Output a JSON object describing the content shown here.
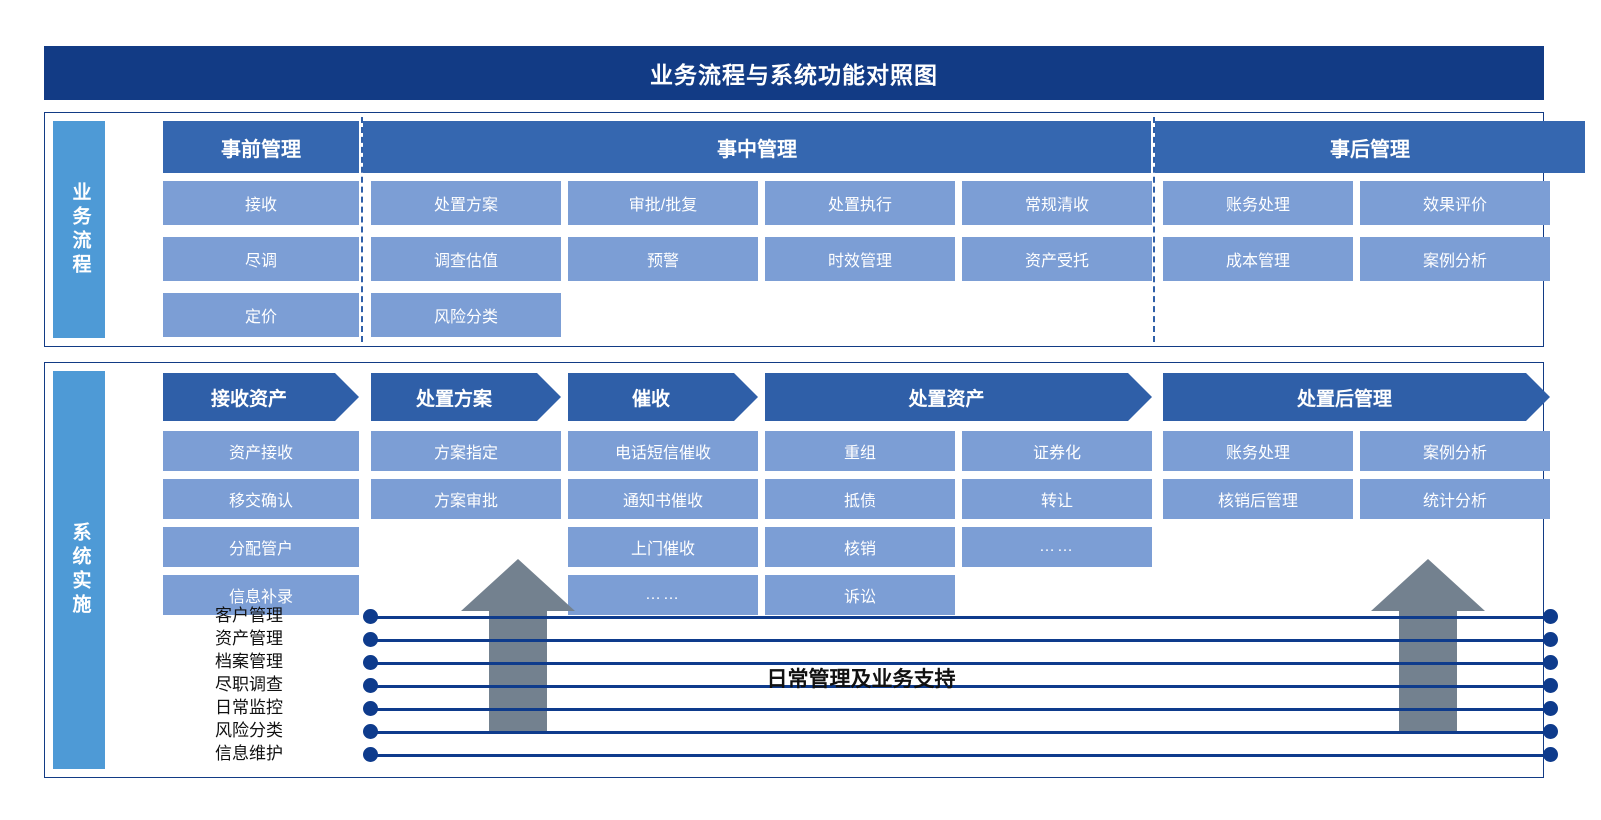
{
  "title": "业务流程与系统功能对照图",
  "business": {
    "side_label": "业务流程",
    "phases": [
      {
        "name": "事前管理"
      },
      {
        "name": "事中管理"
      },
      {
        "name": "事后管理"
      }
    ],
    "columns": [
      {
        "phase": "事前管理",
        "items": [
          "接收",
          "尽调",
          "定价"
        ]
      },
      {
        "phase": "事中管理",
        "items": [
          "处置方案",
          "调查估值",
          "风险分类"
        ]
      },
      {
        "phase": "事中管理",
        "items": [
          "审批/批复",
          "预警"
        ]
      },
      {
        "phase": "事中管理",
        "items": [
          "处置执行",
          "时效管理"
        ]
      },
      {
        "phase": "事中管理",
        "items": [
          "常规清收",
          "资产受托"
        ]
      },
      {
        "phase": "事后管理",
        "items": [
          "账务处理",
          "成本管理"
        ]
      },
      {
        "phase": "事后管理",
        "items": [
          "效果评价",
          "案例分析"
        ]
      }
    ]
  },
  "system": {
    "side_label": "系统实施",
    "stages": [
      {
        "name": "接收资产"
      },
      {
        "name": "处置方案"
      },
      {
        "name": "催收"
      },
      {
        "name": "处置资产"
      },
      {
        "name": "处置后管理"
      }
    ],
    "columns": [
      {
        "stage": "接收资产",
        "items": [
          "资产接收",
          "移交确认",
          "分配管户",
          "信息补录"
        ]
      },
      {
        "stage": "处置方案",
        "items": [
          "方案指定",
          "方案审批"
        ]
      },
      {
        "stage": "催收",
        "items": [
          "电话短信催收",
          "通知书催收",
          "上门催收",
          "……"
        ]
      },
      {
        "stage": "处置资产",
        "items": [
          "重组",
          "抵债",
          "核销",
          "诉讼"
        ]
      },
      {
        "stage": "处置资产",
        "items": [
          "证券化",
          "转让",
          "……"
        ]
      },
      {
        "stage": "处置后管理",
        "items": [
          "账务处理",
          "核销后管理"
        ]
      },
      {
        "stage": "处置后管理",
        "items": [
          "案例分析",
          "统计分析"
        ]
      }
    ]
  },
  "support": {
    "title": "日常管理及业务支持",
    "items": [
      "客户管理",
      "资产管理",
      "档案管理",
      "尽职调查",
      "日常监控",
      "风险分类",
      "信息维护"
    ]
  },
  "colors": {
    "title_bar": "#123B85",
    "phase_header": "#3567B0",
    "chevron": "#2F5FA8",
    "cell": "#7C9ED5",
    "side_label": "#4E9AD6",
    "gray_arrow": "#73818F",
    "support_line": "#0E3B8C",
    "frame_border": "#123B85"
  }
}
